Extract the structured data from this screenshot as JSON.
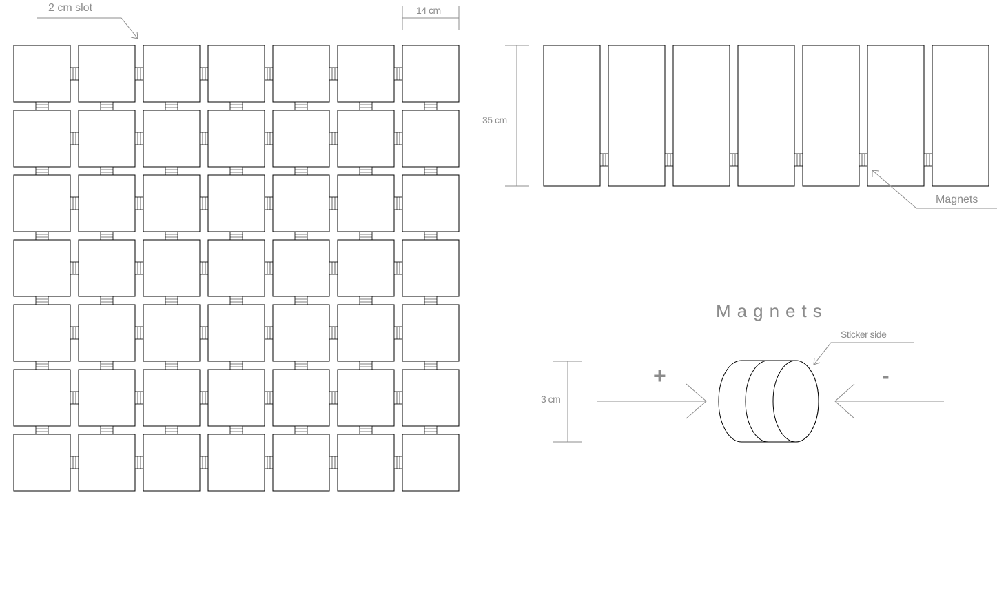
{
  "grid_view": {
    "slot_label": "2 cm slot",
    "width_label": "14 cm",
    "rows": 7,
    "columns": 7
  },
  "strip_view": {
    "height_label": "35 cm",
    "panel_count": 7,
    "magnets_label": "Magnets"
  },
  "magnet_detail": {
    "title": "Magnets",
    "height_label": "3 cm",
    "plus_sign": "+",
    "minus_sign": "-",
    "sticker_label": "Sticker side"
  },
  "colors": {
    "outline": "#000000",
    "annotation": "#8c8c8c",
    "background": "#ffffff"
  }
}
